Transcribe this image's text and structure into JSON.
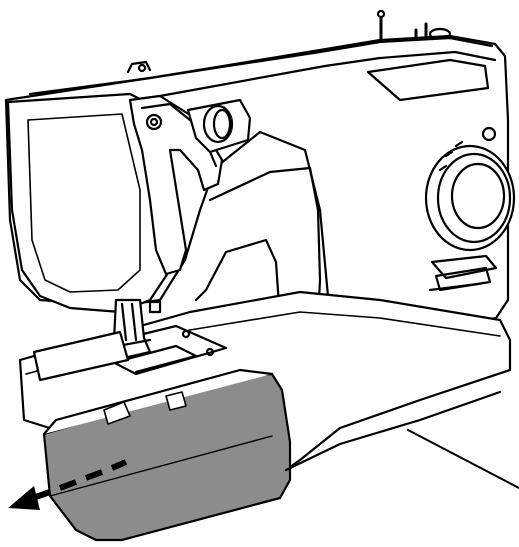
{
  "diagram": {
    "subject": "sewing-machine",
    "action": "remove-extension-table",
    "arrow_direction": "left"
  },
  "colors": {
    "line": "#000000",
    "body": "#ffffff",
    "extension_table": "#8c8c8c",
    "background": "#ffffff"
  },
  "icons": {
    "removal_arrow": "dashed-arrow-left-icon"
  }
}
